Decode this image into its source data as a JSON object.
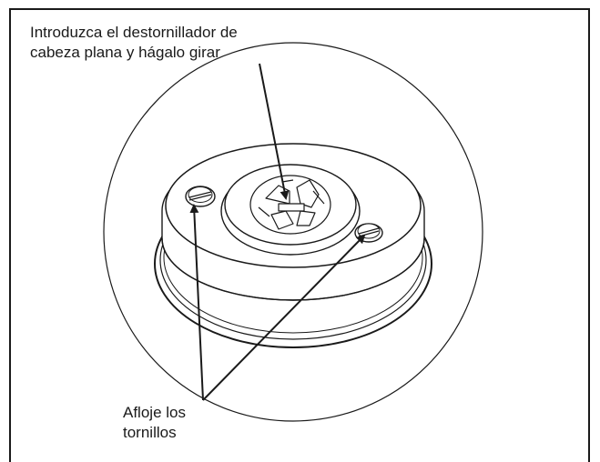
{
  "callouts": {
    "screwdriver_line1": "Introduzca el destornillador de",
    "screwdriver_line2": "cabeza plana y hágalo girar",
    "screws_line1": "Afloje los",
    "screws_line2": "tornillos"
  },
  "colors": {
    "line": "#1a1a1a",
    "background": "#ffffff"
  }
}
